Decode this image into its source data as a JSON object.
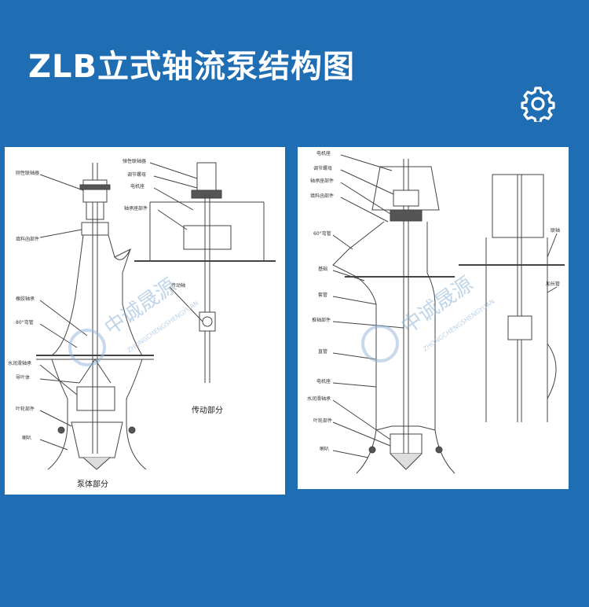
{
  "title": "ZLB立式轴流泵结构图",
  "watermark": {
    "text": "中诚晟源",
    "sub": "ZHONGCHENGSHENGYUAN"
  },
  "left_diagram": {
    "labels": [
      "刚性联轴器",
      "填料函部件",
      "弹性联轴器",
      "调节螺母",
      "电机座",
      "轴承座部件",
      "传动轴",
      "80°弯管",
      "橡胶轴承",
      "水润滑轴承",
      "导叶体",
      "叶轮部件",
      "喇叭"
    ],
    "caption_left": "泵体部分",
    "caption_right": "传动部分"
  },
  "right_diagram": {
    "labels": [
      "电机座",
      "调节螺母",
      "轴承座部件",
      "填料函部件",
      "60°弯管",
      "基础",
      "套管",
      "推轴部件",
      "直管",
      "电机座",
      "水润滑轴承",
      "叶轮部件",
      "喇叭",
      "联轴",
      "加长管"
    ]
  },
  "colors": {
    "background": "#1f6eb4",
    "panel": "#ffffff",
    "line": "#444444",
    "watermark": "#8fb3d6"
  },
  "icons": {
    "gear": "gear-icon"
  }
}
